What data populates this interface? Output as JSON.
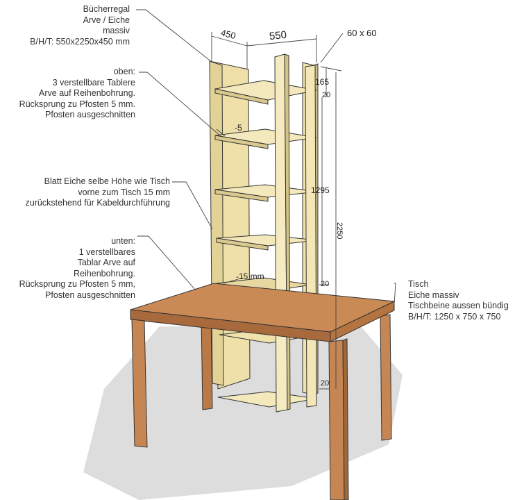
{
  "annotations": {
    "bookshelf": [
      "Bücherregal",
      "Arve / Eiche",
      "massiv",
      "B/H/T: 550x2250x450 mm"
    ],
    "top_shelves": [
      "oben:",
      "3 verstellbare Tablere",
      "Arve auf Reihenbohrung.",
      "Rücksprung zu Pfosten 5 mm.",
      "Pfosten ausgeschnitten"
    ],
    "desk_top": [
      "Blatt Eiche selbe Höhe wie Tisch",
      "vorne zum Tisch 15 mm",
      "zurückstehend für Kabeldurchführung"
    ],
    "bottom_shelf": [
      "unten:",
      "1 verstellbares",
      "Tablar Arve auf",
      "Reihenbohrung.",
      "Rücksprung zu Pfosten 5 mm,",
      "Pfosten ausgeschnitten"
    ],
    "table": [
      "Tisch",
      "Eiche massiv",
      "Tischbeine aussen bündig",
      "B/H/T: 1250 x 750 x 750"
    ]
  },
  "dimensions": {
    "depth": "450",
    "width": "550",
    "post_section": "60 x 60",
    "top_gap": "165",
    "marker_top": "20",
    "shelf_span": "1295",
    "overall_height": "2250",
    "recess_top": "-5",
    "recess_desk": "-15 mm",
    "marker_desk": "20",
    "marker_bottom": "20"
  },
  "colors": {
    "pine": "#f2e6b6",
    "pine_shade": "#d8c88c",
    "pine_side": "#e9dba0",
    "oak_top": "#c98a55",
    "oak_edge": "#a86a3c",
    "oak_leg": "#c68654",
    "shadow": "#cfcfcf",
    "line": "#333333"
  }
}
